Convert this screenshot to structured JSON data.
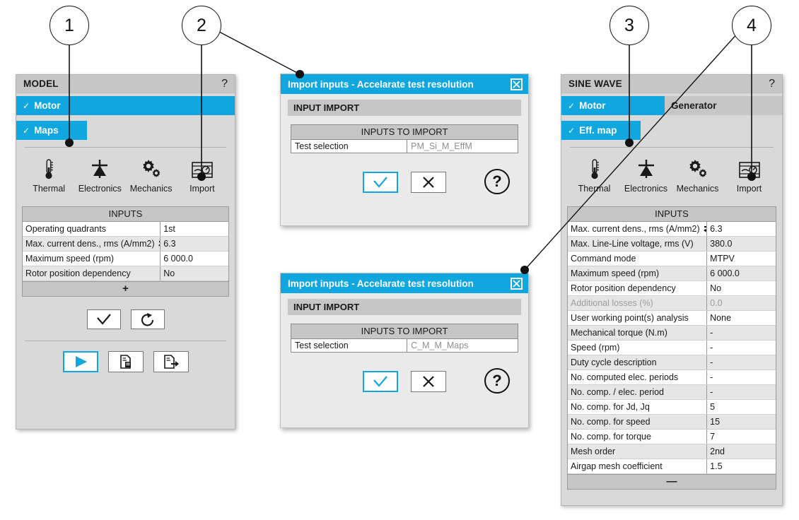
{
  "callouts": [
    {
      "n": "1"
    },
    {
      "n": "2"
    },
    {
      "n": "3"
    },
    {
      "n": "4"
    }
  ],
  "model_panel": {
    "title": "MODEL",
    "help": "?",
    "tabs_row1": [
      {
        "label": "Motor",
        "check": "✓",
        "active": true
      }
    ],
    "tabs_row2": [
      {
        "label": "Maps",
        "check": "✓",
        "active": true
      }
    ],
    "icons": [
      {
        "label": "Thermal",
        "icon": "thermometer-icon"
      },
      {
        "label": "Electronics",
        "icon": "diode-icon"
      },
      {
        "label": "Mechanics",
        "icon": "gears-icon"
      },
      {
        "label": "Import",
        "icon": "import-gauge-icon"
      }
    ],
    "table": {
      "header": "INPUTS",
      "footer": "+",
      "rows": [
        {
          "label": "Operating quadrants",
          "value": "1st",
          "badge": "",
          "dim": false
        },
        {
          "label": "Max. current dens., rms (A/mm2)",
          "value": "6.3",
          "badge": "link-icon",
          "dim": false
        },
        {
          "label": "Maximum speed (rpm)",
          "value": "6 000.0",
          "badge": "",
          "dim": false
        },
        {
          "label": "Rotor position dependency",
          "value": "No",
          "badge": "",
          "dim": false
        }
      ]
    },
    "actions": [
      {
        "name": "validate-button",
        "icon": "check-icon",
        "accent": false
      },
      {
        "name": "reset-button",
        "icon": "reset-icon",
        "accent": false
      }
    ],
    "run_actions": [
      {
        "name": "run-button",
        "icon": "play-icon",
        "accent": true
      },
      {
        "name": "duplicate-button",
        "icon": "copy-document-icon",
        "accent": false
      },
      {
        "name": "export-button",
        "icon": "export-document-icon",
        "accent": false
      }
    ]
  },
  "dialog_1": {
    "title": "Import inputs - Accelarate test resolution",
    "close": "✕",
    "section": "INPUT IMPORT",
    "table_header": "INPUTS TO IMPORT",
    "row_label": "Test selection",
    "row_value": "PM_Si_M_EffM",
    "ok": "✓",
    "cancel": "✕",
    "help": "?"
  },
  "dialog_2": {
    "title": "Import inputs - Accelarate test resolution",
    "close": "✕",
    "section": "INPUT IMPORT",
    "table_header": "INPUTS TO IMPORT",
    "row_label": "Test selection",
    "row_value": "C_M_M_Maps",
    "ok": "✓",
    "cancel": "✕",
    "help": "?"
  },
  "sine_panel": {
    "title": "SINE WAVE",
    "help": "?",
    "tabs_row1": [
      {
        "label": "Motor",
        "check": "✓",
        "active": true
      },
      {
        "label": "Generator",
        "check": "",
        "active": false
      }
    ],
    "tabs_row2": [
      {
        "label": "Eff. map",
        "check": "✓",
        "active": true
      }
    ],
    "icons": [
      {
        "label": "Thermal",
        "icon": "thermometer-icon"
      },
      {
        "label": "Electronics",
        "icon": "diode-icon"
      },
      {
        "label": "Mechanics",
        "icon": "gears-icon"
      },
      {
        "label": "Import",
        "icon": "import-gauge-icon"
      }
    ],
    "table": {
      "header": "INPUTS",
      "footer": "—",
      "rows": [
        {
          "label": "Max. current dens., rms (A/mm2)",
          "value": "6.3",
          "badge": "link-icon",
          "dim": false
        },
        {
          "label": "Max. Line-Line voltage, rms (V)",
          "value": "380.0",
          "badge": "",
          "dim": false
        },
        {
          "label": "Command mode",
          "value": "MTPV",
          "badge": "",
          "dim": false
        },
        {
          "label": "Maximum speed (rpm)",
          "value": "6 000.0",
          "badge": "",
          "dim": false
        },
        {
          "label": "Rotor position dependency",
          "value": "No",
          "badge": "",
          "dim": false
        },
        {
          "label": "Additional losses (%)",
          "value": "0.0",
          "badge": "",
          "dim": true
        },
        {
          "label": "User working point(s) analysis",
          "value": "None",
          "badge": "",
          "dim": false
        },
        {
          "label": "Mechanical torque (N.m)",
          "value": "-",
          "badge": "",
          "dim": false
        },
        {
          "label": "Speed (rpm)",
          "value": "-",
          "badge": "",
          "dim": false
        },
        {
          "label": "Duty cycle description",
          "value": "-",
          "badge": "",
          "dim": false
        },
        {
          "label": "No. computed elec. periods",
          "value": "-",
          "badge": "",
          "dim": false
        },
        {
          "label": "No. comp. / elec. period",
          "value": "-",
          "badge": "",
          "dim": false
        },
        {
          "label": "No. comp. for Jd, Jq",
          "value": "5",
          "badge": "",
          "dim": false
        },
        {
          "label": "No. comp. for speed",
          "value": "15",
          "badge": "",
          "dim": false
        },
        {
          "label": "No. comp. for torque",
          "value": "7",
          "badge": "",
          "dim": false
        },
        {
          "label": "Mesh order",
          "value": "2nd",
          "badge": "",
          "dim": false
        },
        {
          "label": "Airgap mesh coefficient",
          "value": "1.5",
          "badge": "",
          "dim": false
        }
      ]
    }
  },
  "colors": {
    "accent": "#10a6df",
    "panel_bg": "#d9d9d9",
    "header_bg": "#c6c6c6",
    "row_alt": "#e6e6e6",
    "text": "#1a1a1a",
    "dim_text": "#9d9d9d"
  }
}
